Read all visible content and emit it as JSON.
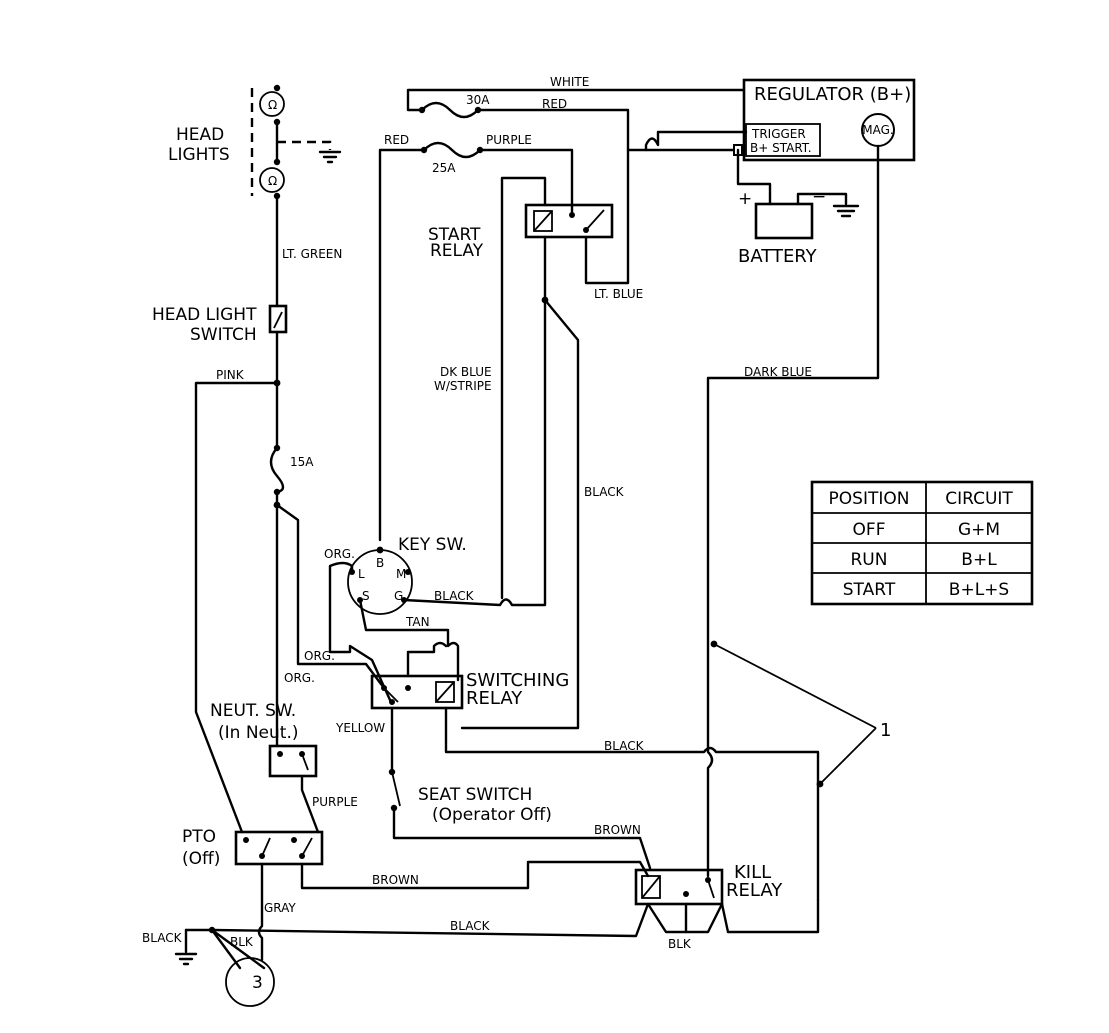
{
  "components": {
    "regulator": "REGULATOR (B+)",
    "mag": "MAG.",
    "trigger_line1": "TRIGGER",
    "trigger_line2": "B+ START.",
    "battery": "BATTERY",
    "battery_plus": "+",
    "battery_minus": "−",
    "head_lights_line1": "HEAD",
    "head_lights_line2": "LIGHTS",
    "head_light_switch_line1": "HEAD LIGHT",
    "head_light_switch_line2": "SWITCH",
    "start_relay_line1": "START",
    "start_relay_line2": "RELAY",
    "key_switch": "KEY SW.",
    "switching_relay_line1": "SWITCHING",
    "switching_relay_line2": "RELAY",
    "neut_sw_line1": "NEUT. SW.",
    "neut_sw_line2": "(In Neut.)",
    "seat_switch_line1": "SEAT SWITCH",
    "seat_switch_line2": "(Operator Off)",
    "pto_line1": "PTO",
    "pto_line2": "(Off)",
    "kill_relay_line1": "KILL",
    "kill_relay_line2": "RELAY",
    "callout": "1",
    "engine_glyph": "3"
  },
  "key_terminals": {
    "b": "B",
    "l": "L",
    "m": "M",
    "s": "S",
    "g": "G"
  },
  "fuses": {
    "f30": "30A",
    "f25": "25A",
    "f15": "15A"
  },
  "wires": {
    "white": "WHITE",
    "red_top": "RED",
    "red_left": "RED",
    "purple_top": "PURPLE",
    "lt_blue": "LT. BLUE",
    "lt_green": "LT. GREEN",
    "dk_blue_stripe_line1": "DK BLUE",
    "dk_blue_stripe_line2": "W/STRIPE",
    "dark_blue": "DARK BLUE",
    "pink": "PINK",
    "black_right": "BLACK",
    "org_key": "ORG.",
    "black_key": "BLACK",
    "tan": "TAN",
    "org_relay": "ORG.",
    "org_neut": "ORG.",
    "yellow": "YELLOW",
    "black_relay": "BLACK",
    "purple_pto": "PURPLE",
    "brown_seat": "BROWN",
    "brown_pto": "BROWN",
    "gray": "GRAY",
    "black_bottom": "BLACK",
    "black_ground": "BLACK",
    "blk_engine": "BLK",
    "blk_kill": "BLK"
  },
  "circuit_table": {
    "headers": [
      "POSITION",
      "CIRCUIT"
    ],
    "rows": [
      [
        "OFF",
        "G+M"
      ],
      [
        "RUN",
        "B+L"
      ],
      [
        "START",
        "B+L+S"
      ]
    ]
  }
}
